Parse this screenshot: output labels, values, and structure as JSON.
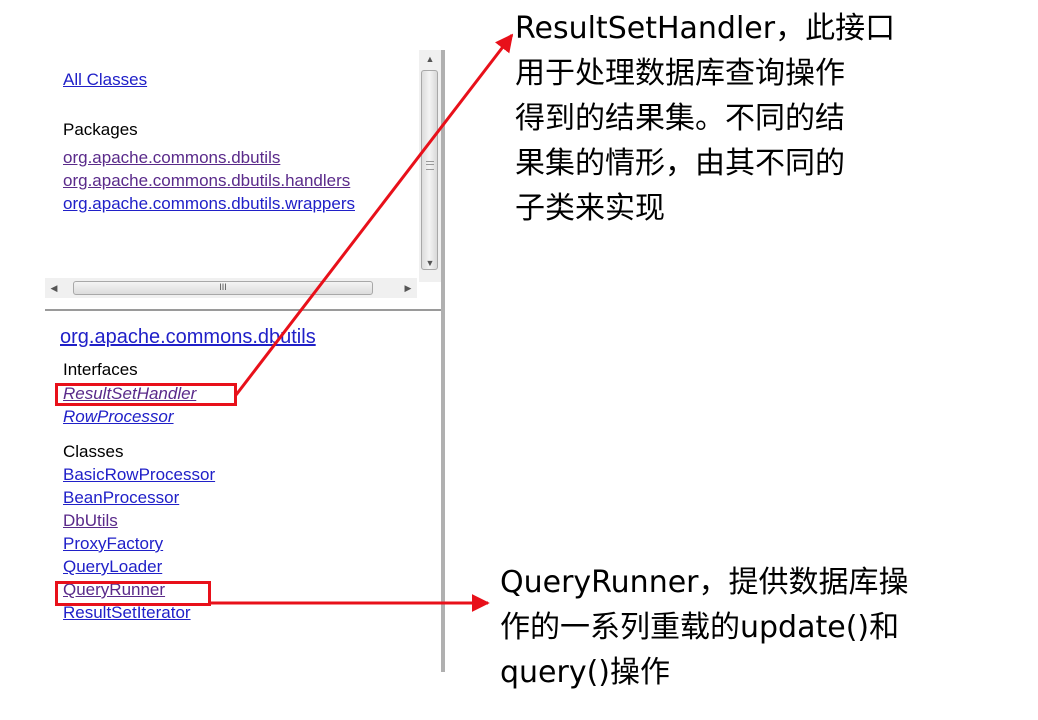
{
  "nav": {
    "all_classes": "All Classes",
    "packages_title": "Packages",
    "packages": [
      "org.apache.commons.dbutils",
      "org.apache.commons.dbutils.handlers",
      "org.apache.commons.dbutils.wrappers"
    ]
  },
  "scrollbar": {
    "h_grip": "III"
  },
  "package_pane": {
    "package_name": "org.apache.commons.dbutils",
    "interfaces_title": "Interfaces",
    "interfaces": [
      "ResultSetHandler",
      "RowProcessor"
    ],
    "classes_title": "Classes",
    "classes": [
      "BasicRowProcessor",
      "BeanProcessor",
      "DbUtils",
      "ProxyFactory",
      "QueryLoader",
      "QueryRunner",
      "ResultSetIterator"
    ]
  },
  "annotations": {
    "result_set_handler": [
      "ResultSetHandler，此接口",
      "用于处理数据库查询操作",
      "得到的结果集。不同的结",
      "果集的情形，由其不同的",
      "子类来实现"
    ],
    "query_runner": [
      "QueryRunner，提供数据库操",
      "作的一系列重载的update()和",
      "query()操作"
    ]
  },
  "colors": {
    "link": "#2020c8",
    "visited": "#5a2a8a",
    "highlight": "#e8101a"
  }
}
